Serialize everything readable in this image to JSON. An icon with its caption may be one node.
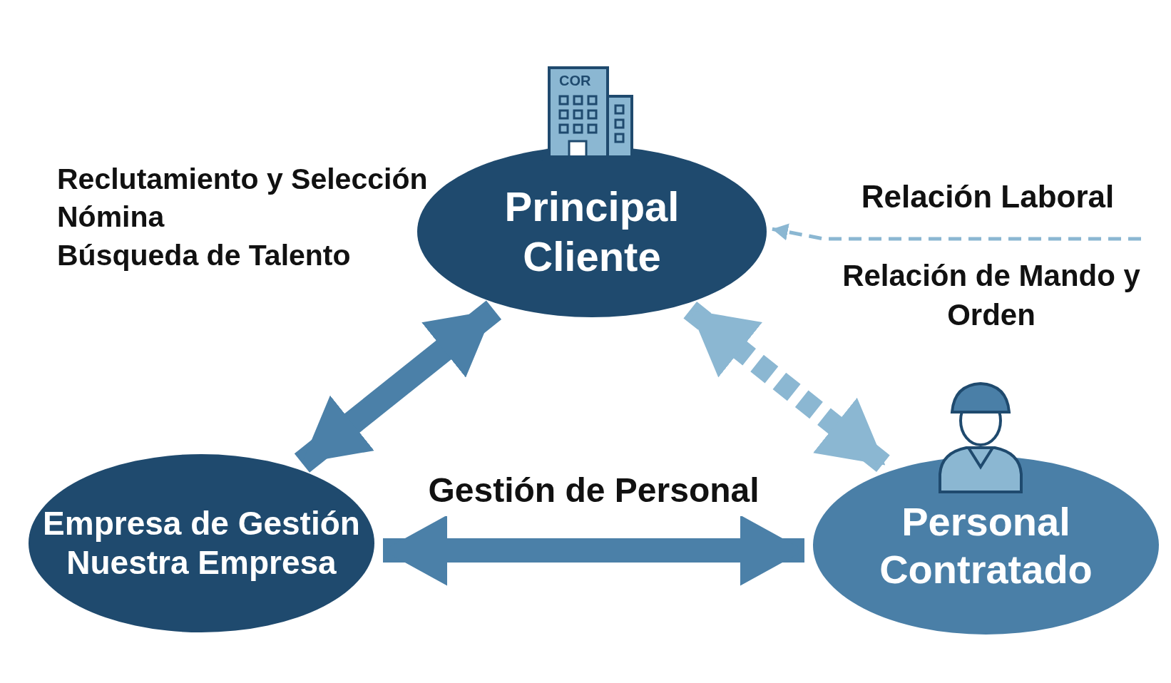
{
  "diagram": {
    "nodes": [
      {
        "text": [
          "Principal",
          "Cliente"
        ]
      },
      {
        "text": [
          "Empresa de Gestión",
          "Nuestra Empresa"
        ]
      },
      {
        "text": [
          "Personal",
          "Contratado"
        ]
      },
      {
        "text": [
          "Relación Laboral"
        ]
      }
    ],
    "edges": [
      {
        "from": 0,
        "to": 1,
        "arrow": "both"
      },
      {
        "from": 1,
        "to": 2,
        "arrow": "both",
        "label": "Gestión de Personal"
      },
      {
        "from": 0,
        "to": 2,
        "arrow": "both",
        "style": "dashed",
        "color": "#8bb7d2"
      },
      {
        "from": 3,
        "to": 0,
        "arrow": "to",
        "style": "dashed",
        "color": "#8bb7d2"
      }
    ],
    "labels": [
      "COR",
      "Reclutamiento y Selección",
      "Nómina",
      "Búsqueda de Talento",
      "Relación de Mando y Orden"
    ]
  }
}
